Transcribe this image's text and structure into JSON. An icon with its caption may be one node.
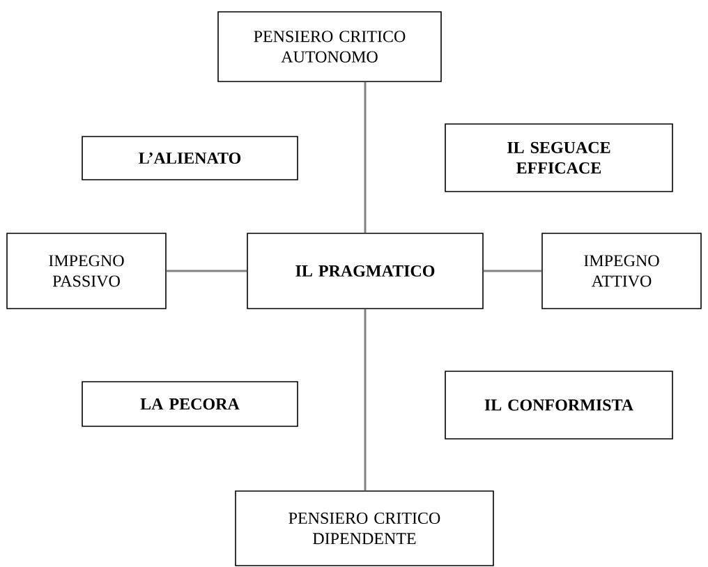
{
  "diagram": {
    "nodes": [
      {
        "text": [
          "PENSIERO CRITICO AUTONOMO"
        ]
      },
      {
        "text": [
          "L’ALIENATO"
        ]
      },
      {
        "text": [
          "IL SEGUACE EFFICACE"
        ]
      },
      {
        "text": [
          "IMPEGNO PASSIVO"
        ]
      },
      {
        "text": [
          "IL PRAGMATICO"
        ]
      },
      {
        "text": [
          "IMPEGNO ATTIVO"
        ]
      },
      {
        "text": [
          "LA PECORA"
        ]
      },
      {
        "text": [
          "IL CONFORMISTA"
        ]
      },
      {
        "text": [
          "PENSIERO CRITICO DIPENDENTE"
        ]
      }
    ],
    "edges": [
      {
        "from": 0,
        "to": 4,
        "arrow": "none"
      },
      {
        "from": 3,
        "to": 4,
        "arrow": "none"
      },
      {
        "from": 4,
        "to": 5,
        "arrow": "none"
      },
      {
        "from": 4,
        "to": 8,
        "arrow": "none"
      }
    ]
  }
}
